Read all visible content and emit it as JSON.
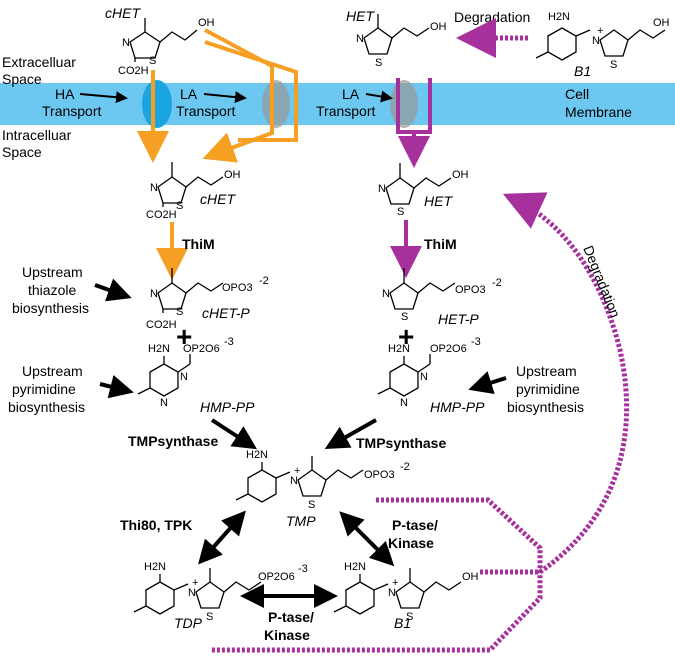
{
  "regions": {
    "extracellular": [
      "Extracelluar",
      "Space"
    ],
    "intracellular": [
      "Intracelluar",
      "Space"
    ],
    "membrane": [
      "Cell",
      "Membrane"
    ]
  },
  "transporters": {
    "ha": [
      "HA",
      "Transport"
    ],
    "la1": [
      "LA",
      "Transport"
    ],
    "la2": [
      "LA",
      "Transport"
    ]
  },
  "compounds": {
    "chet_out": "cHET",
    "het_out": "HET",
    "b1_out": "B1",
    "chet_in": "cHET",
    "het_in": "HET",
    "chet_p": "cHET-P",
    "het_p": "HET-P",
    "hmp_pp_left": "HMP-PP",
    "hmp_pp_right": "HMP-PP",
    "tmp": "TMP",
    "tdp": "TDP",
    "b1_in": "B1"
  },
  "enzymes": {
    "thim_left": "ThiM",
    "thim_right": "ThiM",
    "tmpsynthase_left": "TMPsynthase",
    "tmpsynthase_right": "TMPsynthase",
    "thi80_tpk": "Thi80, TPK",
    "ptase_kinase_right": [
      "P-tase/",
      "Kinase"
    ],
    "ptase_kinase_bottom": [
      "P-tase/",
      "Kinase"
    ]
  },
  "processes": {
    "degradation_top": "Degradation",
    "degradation_side": "Degradation",
    "upstream_thiazole": [
      "Upstream",
      "thiazole",
      "biosynthesis"
    ],
    "upstream_pyrimidine_left": [
      "Upstream",
      "pyrimidine",
      "biosynthesis"
    ],
    "upstream_pyrimidine_right": [
      "Upstream",
      "pyrimidine",
      "biosynthesis"
    ]
  },
  "plus_signs": [
    "+",
    "+"
  ],
  "atoms": {
    "oh": "OH",
    "co2h": "CO2H",
    "n": "N",
    "s": "S",
    "h2n": "H2N",
    "n_plus": "+",
    "opo3": "OPO3",
    "opo3_charge": "-2",
    "op2o6": "OP2O6",
    "op2o6_charge": "-3"
  },
  "colors": {
    "membrane": "#6cc8f0",
    "ha_transporter": "#1aa5e0",
    "la_transporter": "#999999",
    "chet_path": "#f5a023",
    "het_path": "#a7319c",
    "arrow_black": "#000000"
  }
}
